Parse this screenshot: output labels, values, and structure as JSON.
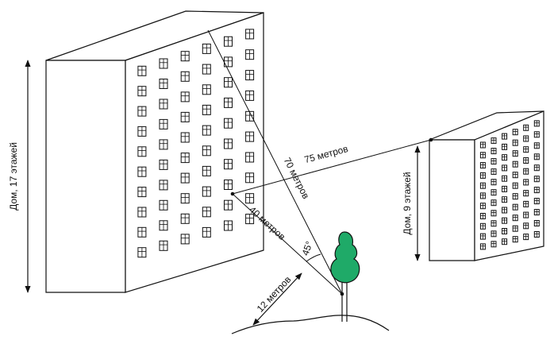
{
  "labels": {
    "house_17": "Дом, 17 этажей",
    "house_9": "Дом, 9 этажей",
    "dist_75": "75 метров",
    "dist_70": "70 метров",
    "dist_40": "40 метров",
    "dist_12": "12 метров",
    "angle": "45°"
  },
  "colors": {
    "line": "#111111",
    "tree": "#1faa68",
    "background": "#ffffff"
  },
  "windows": {
    "big_building": {
      "rows": 10,
      "cols": 6
    },
    "small_building": {
      "rows": 11,
      "cols": 6
    }
  }
}
